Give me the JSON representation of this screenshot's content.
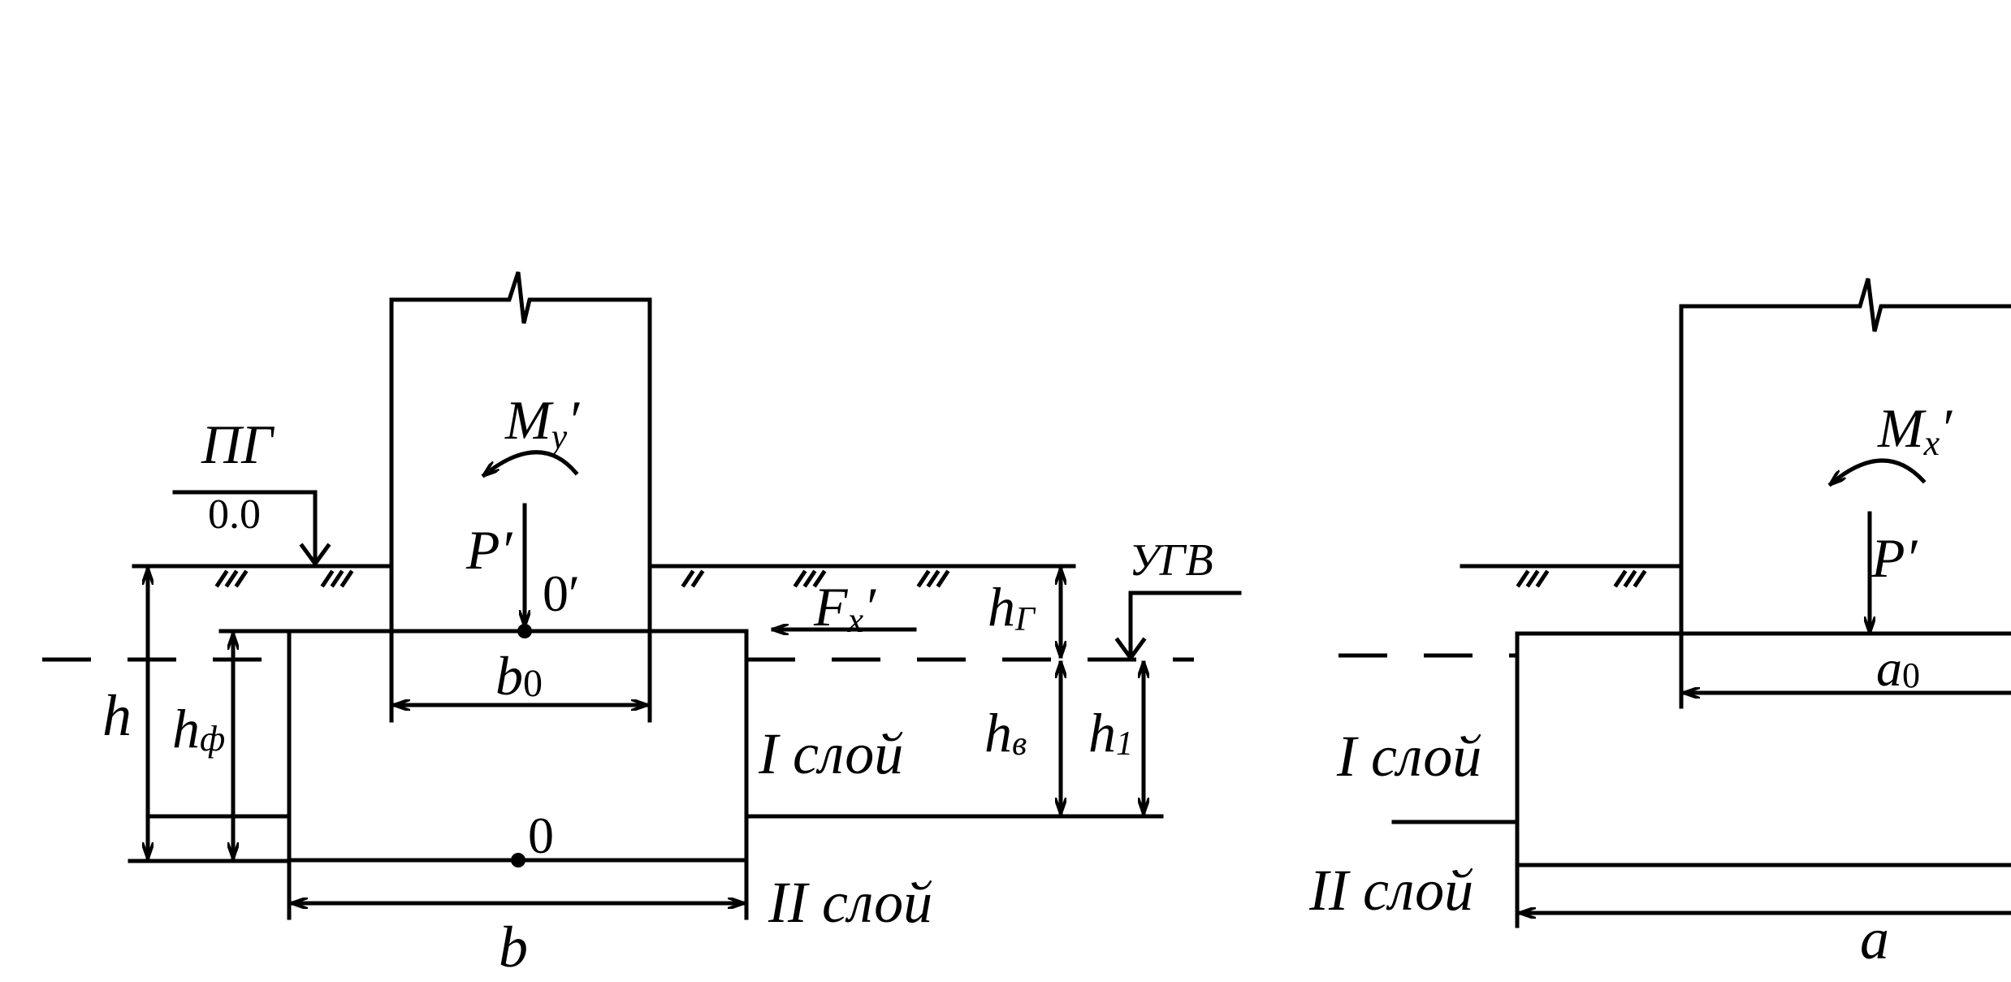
{
  "left": {
    "pg": "ПГ",
    "level": "0.0",
    "moment": "My′",
    "moment_main": "M",
    "moment_sub": "y",
    "force_p": "P′",
    "center_top": "0′",
    "center_bottom": "0",
    "b0_main": "b",
    "b0_sub": "0",
    "b_label": "b",
    "h_label": "h",
    "hf_main": "h",
    "hf_sub": "ф",
    "fx_main": "F",
    "fx_sub": "x",
    "fx_prime": "′",
    "ugv": "УГВ",
    "hg_main": "h",
    "hg_sub": "Г",
    "hv_main": "h",
    "hv_sub": "в",
    "h1_main": "h",
    "h1_sub": "1",
    "layer1": "I слой",
    "layer2": "II слой"
  },
  "right": {
    "moment_main": "M",
    "moment_sub": "x",
    "moment_prime": "′",
    "force_p": "P′",
    "a0_main": "a",
    "a0_sub": "0",
    "a_label": "a",
    "layer1": "I слой",
    "layer2": "II слой"
  }
}
